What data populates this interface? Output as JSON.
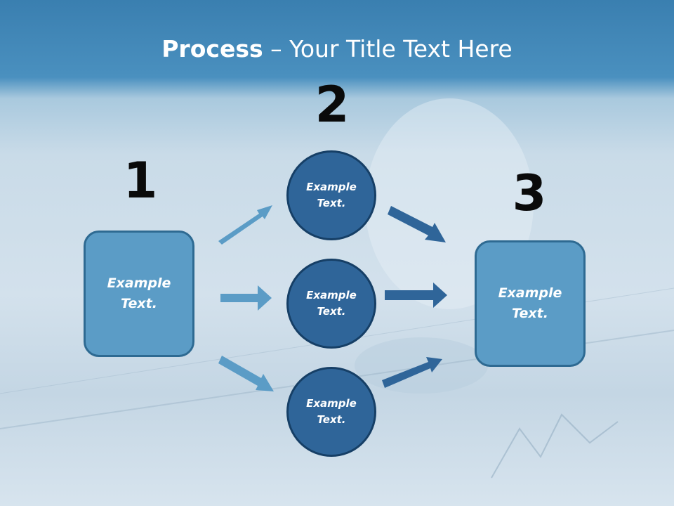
{
  "title": {
    "bold": "Process",
    "rest": " – Your Title Text Here"
  },
  "steps": {
    "step1": {
      "number": "1",
      "text_line1": "Example",
      "text_line2": "Text."
    },
    "step2": {
      "number": "2"
    },
    "step3": {
      "number": "3",
      "text_line1": "Example",
      "text_line2": "Text."
    }
  },
  "circles": [
    {
      "text_line1": "Example",
      "text_line2": "Text."
    },
    {
      "text_line1": "Example",
      "text_line2": "Text."
    },
    {
      "text_line1": "Example",
      "text_line2": "Text."
    }
  ],
  "colors": {
    "left_arrows": "#5b9cc6",
    "right_arrows": "#2f6599"
  }
}
